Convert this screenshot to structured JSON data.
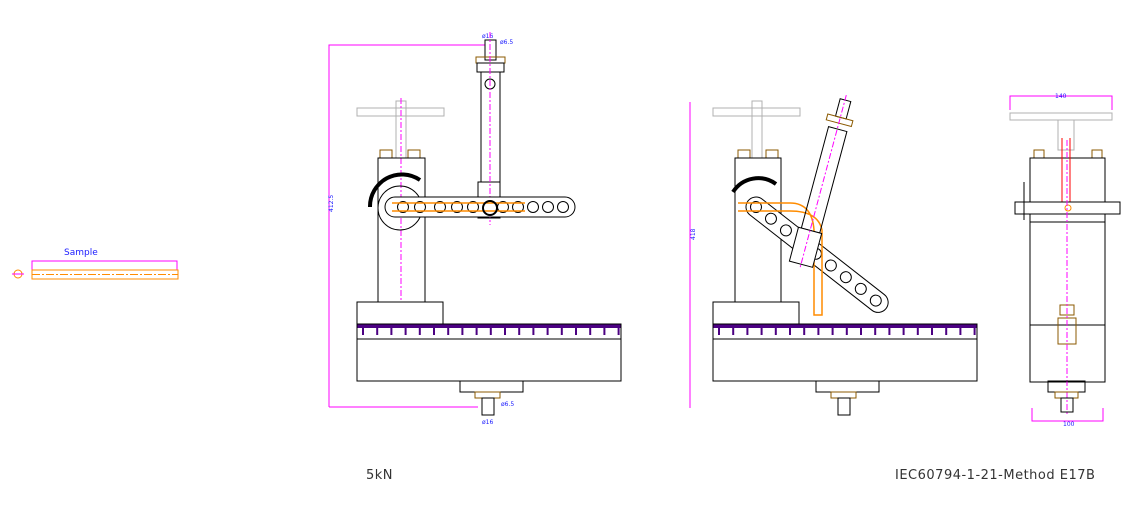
{
  "sample": {
    "label": "Sample"
  },
  "views": {
    "front": {
      "caption": "5kN",
      "height_dim": "412.5",
      "top_pin_dia": "ø16",
      "top_hole_dia": "ø6.5",
      "bottom_pin_dia": "ø16",
      "bottom_hole_dia": "ø6.5"
    },
    "bent": {
      "height_dim": "418"
    },
    "side": {
      "caption": "IEC60794-1-21-Method E17B",
      "top_width_dim": "140",
      "bottom_width_dim": "100"
    }
  },
  "colors": {
    "outline": "#000000",
    "centerline": "#ff00ff",
    "sample": "#ff8c00",
    "ruler": "#4b0082",
    "handle": "#b0b0b0",
    "nut": "#8b5a00",
    "dimension_text": "#1a1aff",
    "rod": "#ff0000"
  }
}
